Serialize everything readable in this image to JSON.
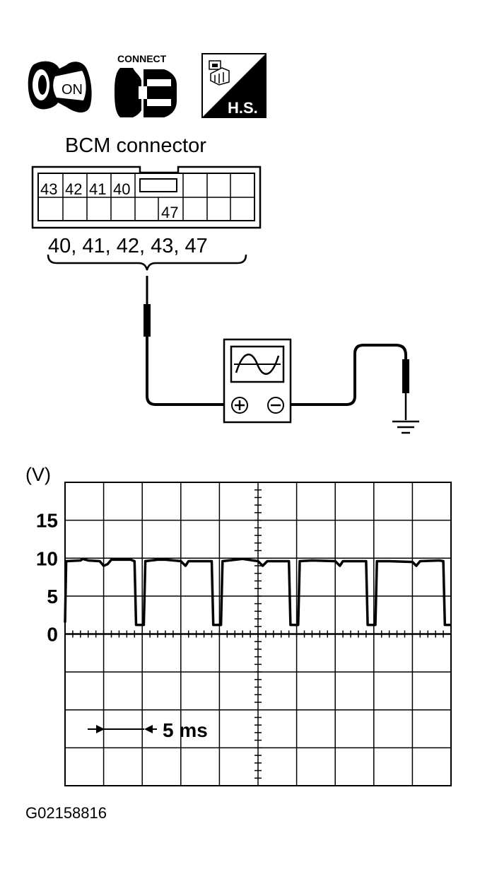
{
  "icons": {
    "ignition": {
      "icon": "ignition-key-icon",
      "label": "ON"
    },
    "connect": {
      "icon": "connector-connect-icon",
      "label": "CONNECT"
    },
    "harness": {
      "icon": "harness-connector-icon",
      "label": "H.S."
    }
  },
  "connector": {
    "title": "BCM connector",
    "top_row_pins": [
      "43",
      "42",
      "41",
      "40"
    ],
    "bottom_row_pins": [
      "47"
    ],
    "terminals_label": "40, 41, 42, 43, 47"
  },
  "oscilloscope": {
    "icon": "oscilloscope-icon",
    "positive_symbol": "⊕",
    "negative_symbol": "⊖",
    "ground_icon": "ground-icon"
  },
  "chart_data": {
    "type": "line",
    "ylabel": "(V)",
    "y_ticks": [
      "15",
      "10",
      "5",
      "0"
    ],
    "y_tick_values": [
      15,
      10,
      5,
      0
    ],
    "ylim": [
      -20,
      20
    ],
    "xlim": [
      0,
      50
    ],
    "x_unit_per_div": "5 ms",
    "grid": true,
    "series": [
      {
        "values": [
          [
            0,
            1.5
          ],
          [
            0.15,
            9.6
          ],
          [
            2,
            9.7
          ],
          [
            2.3,
            9.9
          ],
          [
            3,
            9.7
          ],
          [
            4.5,
            9.6
          ],
          [
            5,
            9.0
          ],
          [
            5.5,
            9.2
          ],
          [
            6,
            9.8
          ],
          [
            8.5,
            9.8
          ],
          [
            9,
            9.6
          ],
          [
            9.2,
            1.2
          ],
          [
            10.2,
            1.2
          ],
          [
            10.4,
            9.6
          ],
          [
            12,
            9.8
          ],
          [
            13,
            9.8
          ],
          [
            15,
            9.6
          ],
          [
            15.6,
            9.0
          ],
          [
            16,
            9.6
          ],
          [
            19,
            9.6
          ],
          [
            19.2,
            1.2
          ],
          [
            20.2,
            1.2
          ],
          [
            20.4,
            9.6
          ],
          [
            23,
            9.9
          ],
          [
            25,
            9.6
          ],
          [
            25.6,
            9.0
          ],
          [
            26.2,
            9.6
          ],
          [
            29,
            9.6
          ],
          [
            29.2,
            1.2
          ],
          [
            30.2,
            1.2
          ],
          [
            30.4,
            9.6
          ],
          [
            32,
            9.7
          ],
          [
            35,
            9.6
          ],
          [
            35.6,
            9.0
          ],
          [
            36,
            9.6
          ],
          [
            39,
            9.6
          ],
          [
            39.2,
            1.2
          ],
          [
            40.2,
            1.2
          ],
          [
            40.4,
            9.6
          ],
          [
            42,
            9.6
          ],
          [
            45,
            9.5
          ],
          [
            45.5,
            9.0
          ],
          [
            46,
            9.6
          ],
          [
            48.5,
            9.7
          ],
          [
            49,
            9.6
          ],
          [
            49.2,
            1.2
          ],
          [
            50,
            1.2
          ]
        ]
      }
    ]
  },
  "figure_id": "G02158816"
}
